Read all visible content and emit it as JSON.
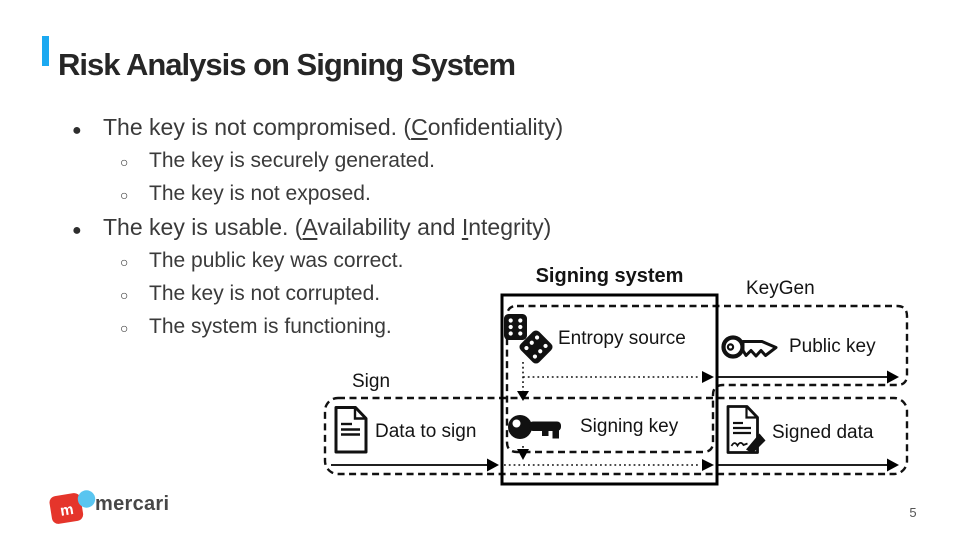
{
  "slide": {
    "title": "Risk Analysis on Signing System",
    "accent_color": "#1BA9F1",
    "text_color": "#3A3A3A"
  },
  "bullets": [
    {
      "level": 1,
      "marker": "●",
      "pre": "The key is not compromised. (",
      "u1": "C",
      "mid": "onfidentiality)",
      "u2": "",
      "post": ""
    },
    {
      "level": 2,
      "marker": "○",
      "pre": "The key is securely generated.",
      "u1": "",
      "mid": "",
      "u2": "",
      "post": ""
    },
    {
      "level": 2,
      "marker": "○",
      "pre": "The key is not exposed.",
      "u1": "",
      "mid": "",
      "u2": "",
      "post": ""
    },
    {
      "level": 1,
      "marker": "●",
      "pre": "The key is usable. (",
      "u1": "A",
      "mid": "vailability and ",
      "u2": "I",
      "post": "ntegrity)"
    },
    {
      "level": 2,
      "marker": "○",
      "pre": "The public key was correct.",
      "u1": "",
      "mid": "",
      "u2": "",
      "post": ""
    },
    {
      "level": 2,
      "marker": "○",
      "pre": "The key is not corrupted.",
      "u1": "",
      "mid": "",
      "u2": "",
      "post": ""
    },
    {
      "level": 2,
      "marker": "○",
      "pre": "The system is functioning.",
      "u1": "",
      "mid": "",
      "u2": "",
      "post": ""
    }
  ],
  "diagram": {
    "system_label": "Signing system",
    "keygen_label": "KeyGen",
    "sign_label": "Sign",
    "entropy_label": "Entropy source",
    "public_key_label": "Public key",
    "signing_key_label": "Signing key",
    "data_to_sign_label": "Data to sign",
    "signed_data_label": "Signed data",
    "icons": {
      "entropy": "dice-icon",
      "public_key": "key-outline-icon",
      "signing_key": "key-filled-icon",
      "data_to_sign": "document-icon",
      "signed_data": "signed-document-icon"
    },
    "stroke_color": "#000000"
  },
  "footer": {
    "brand": "mercari",
    "logo_letter": "m",
    "logo_red": "#E5352B",
    "logo_dot_blue": "#59C5F0",
    "page_number": "5"
  }
}
